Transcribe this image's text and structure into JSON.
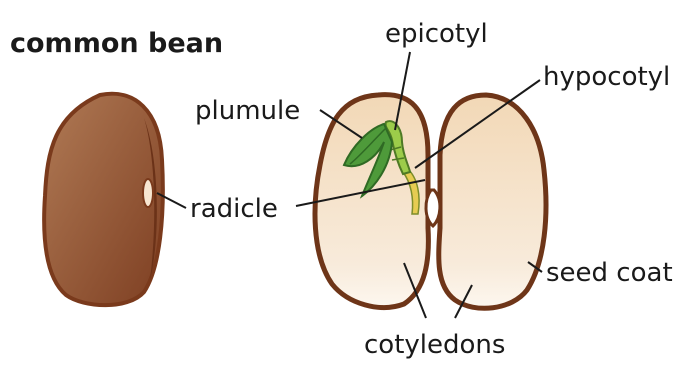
{
  "title": "common bean",
  "labels": {
    "epicotyl": "epicotyl",
    "hypocotyl": "hypocotyl",
    "plumule": "plumule",
    "radicle": "radicle",
    "seed_coat": "seed coat",
    "cotyledons": "cotyledons"
  },
  "colors": {
    "seed_coat": "#6e3518",
    "whole_bean": "#9a5a36",
    "cotyledon": "#f3dcbf",
    "plumule_leaf": "#4e9a3a",
    "epicotyl_stem": "#9ccc4a",
    "hypocotyl": "#e6cc52",
    "line": "#1a1a1a"
  }
}
